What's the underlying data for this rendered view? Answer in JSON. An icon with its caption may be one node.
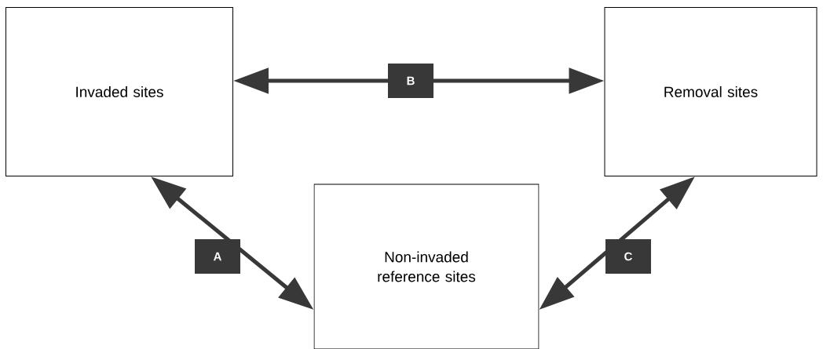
{
  "diagram": {
    "nodes": [
      {
        "text": [
          "Invaded sites"
        ]
      },
      {
        "text": [
          "Removal sites"
        ]
      },
      {
        "text": [
          "Non-invaded reference sites"
        ]
      }
    ],
    "edges": [
      {
        "from": 0,
        "to": 2,
        "arrow": "both",
        "label": "A"
      },
      {
        "from": 0,
        "to": 1,
        "arrow": "both",
        "label": "B"
      },
      {
        "from": 1,
        "to": 2,
        "arrow": "both",
        "label": "C"
      }
    ]
  }
}
